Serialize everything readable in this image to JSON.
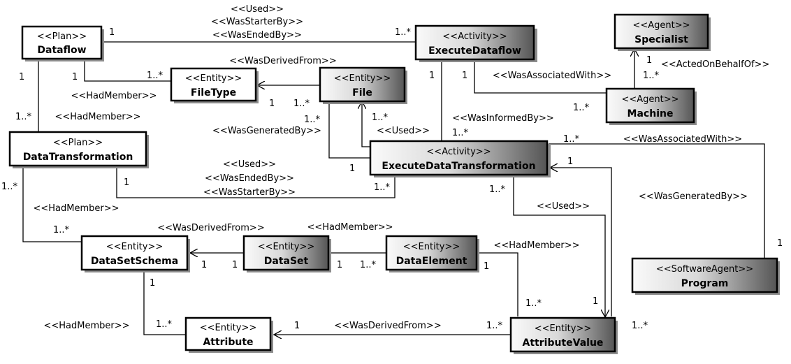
{
  "colors": {
    "background": "#ffffff",
    "white_box": "#ffffff",
    "gradient_light": "#fafafa",
    "gradient_dark": "#555555",
    "line": "#000000"
  },
  "nodes": {
    "dataflow": {
      "stereotype": "<<Plan>>",
      "name": "Dataflow"
    },
    "executeDataflow": {
      "stereotype": "<<Activity>>",
      "name": "ExecuteDataflow"
    },
    "specialist": {
      "stereotype": "<<Agent>>",
      "name": "Specialist"
    },
    "fileType": {
      "stereotype": "<<Entity>>",
      "name": "FileType"
    },
    "file": {
      "stereotype": "<<Entity>>",
      "name": "File"
    },
    "machine": {
      "stereotype": "<<Agent>>",
      "name": "Machine"
    },
    "dataTransformation": {
      "stereotype": "<<Plan>>",
      "name": "DataTransformation"
    },
    "executeDataTransformation": {
      "stereotype": "<<Activity>>",
      "name": "ExecuteDataTransformation"
    },
    "dataSetSchema": {
      "stereotype": "<<Entity>>",
      "name": "DataSetSchema"
    },
    "dataSet": {
      "stereotype": "<<Entity>>",
      "name": "DataSet"
    },
    "dataElement": {
      "stereotype": "<<Entity>>",
      "name": "DataElement"
    },
    "program": {
      "stereotype": "<<SoftwareAgent>>",
      "name": "Program"
    },
    "attribute": {
      "stereotype": "<<Entity>>",
      "name": "Attribute"
    },
    "attributeValue": {
      "stereotype": "<<Entity>>",
      "name": "AttributeValue"
    }
  },
  "labels": {
    "used_top": "<<Used>>",
    "wasStarterBy_top": "<<WasStarterBy>>",
    "wasEndedBy_top": "<<WasEndedBy>>",
    "mult_dataflow_exec_1": "1",
    "mult_dataflow_exec_many": "1..*",
    "wasDerivedFrom_file_filetype": "<<WasDerivedFrom>>",
    "mult_dataflow_left_1": "1",
    "mult_dataflow_filetype_1": "1",
    "mult_filetype_many": "1..*",
    "hadMember_dataflow_filetype": "<<HadMember>>",
    "mult_dataflow_dt_many": "1..*",
    "hadMember_dataflow_dt": "<<HadMember>>",
    "mult_filetype_file_1": "1",
    "mult_file_derived_many": "1..*",
    "mult_file_generated_many": "1..*",
    "wasGeneratedBy_file": "<<WasGeneratedBy>>",
    "mult_file_used_many": "1..*",
    "used_file": "<<Used>>",
    "mult_exec_dt_1": "1",
    "wasAssociatedWith_machine": "<<WasAssociatedWith>>",
    "mult_execdataflow_assoc_1": "1",
    "mult_machine_many": "1..*",
    "actedOnBehalfOf": "<<ActedOnBehalfOf>>",
    "mult_specialist_1": "1",
    "mult_specialist_many": "1..*",
    "wasInformedBy": "<<WasInformedBy>>",
    "mult_execdt_informed_many": "1..*",
    "mult_execdt_program_many": "1..*",
    "wasAssociatedWith_program": "<<WasAssociatedWith>>",
    "mult_dt_left_many": "1..*",
    "used_dt": "<<Used>>",
    "wasEndedBy_dt": "<<WasEndedBy>>",
    "wasStarterBy_dt": "<<WasStarterBy>>",
    "mult_dt_exec_1": "1",
    "mult_execdt_dt_many": "1..*",
    "mult_execdt_generated_1": "1",
    "mult_execdt_used_many": "1..*",
    "used_av": "<<Used>>",
    "wasGeneratedBy_av": "<<WasGeneratedBy>>",
    "mult_program_1": "1",
    "hadMember_dt_schema": "<<HadMember>>",
    "mult_schema_many": "1..*",
    "wasDerivedFrom_dataset_schema": "<<WasDerivedFrom>>",
    "hadMember_dataset_element": "<<HadMember>>",
    "mult_schema_dataset_1": "1",
    "mult_dataset_1": "1",
    "mult_dataset_element_1": "1",
    "mult_element_many": "1..*",
    "hadMember_element_av": "<<HadMember>>",
    "mult_element_1": "1",
    "mult_schema_attr_1": "1",
    "hadMember_schema_attr": "<<HadMember>>",
    "mult_attr_many": "1..*",
    "mult_attr_1": "1",
    "wasDerivedFrom_av_attr": "<<WasDerivedFrom>>",
    "mult_av_many": "1..*",
    "mult_av_used_many": "1..*",
    "mult_av_generated_1": "1",
    "mult_av_right_many": "1..*"
  }
}
